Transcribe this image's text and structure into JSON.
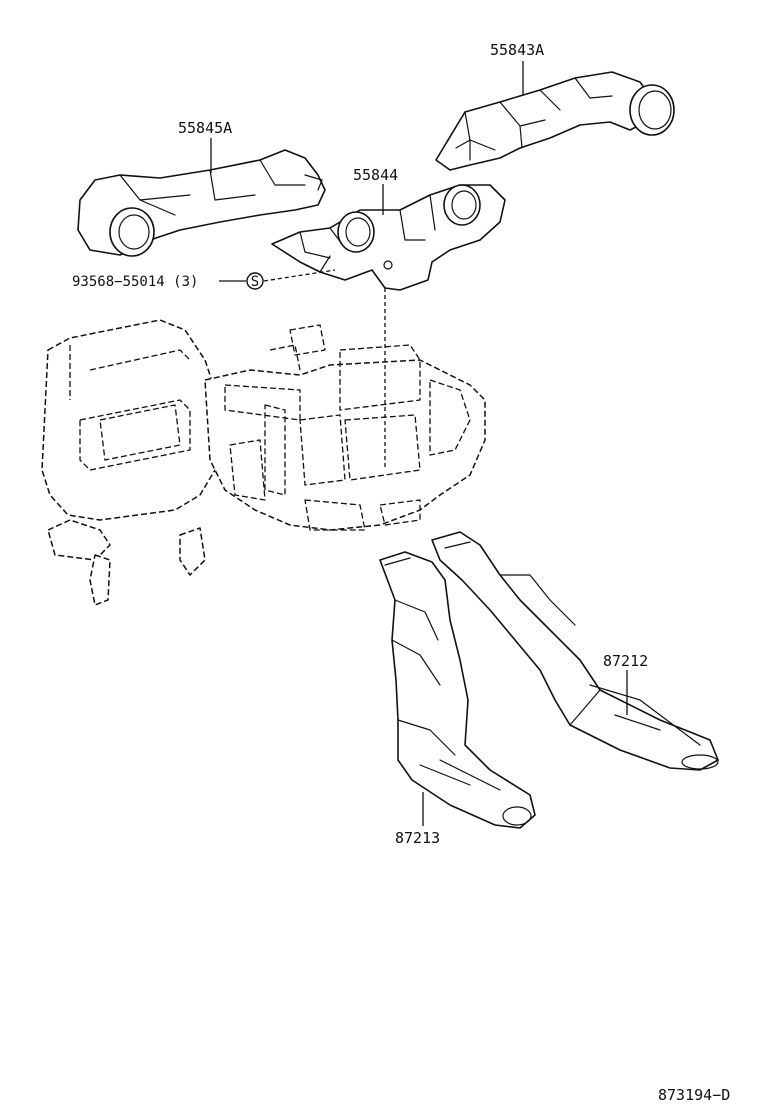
{
  "diagram": {
    "parts": [
      {
        "id": "part-55843a",
        "label": "55843A"
      },
      {
        "id": "part-55845a",
        "label": "55845A"
      },
      {
        "id": "part-55844",
        "label": "55844"
      },
      {
        "id": "part-93568",
        "label": "93568−55014 (3)",
        "symbol": "S"
      },
      {
        "id": "part-87212",
        "label": "87212"
      },
      {
        "id": "part-87213",
        "label": "87213"
      }
    ],
    "figure_code": "873194−D"
  }
}
